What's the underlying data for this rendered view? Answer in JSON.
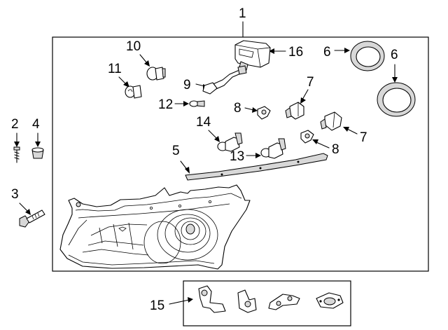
{
  "callouts": {
    "c1": "1",
    "c2": "2",
    "c3": "3",
    "c4": "4",
    "c5": "5",
    "c6a": "6",
    "c6b": "6",
    "c7a": "7",
    "c7b": "7",
    "c8a": "8",
    "c8b": "8",
    "c9": "9",
    "c10": "10",
    "c11": "11",
    "c12": "12",
    "c13": "13",
    "c14": "14",
    "c15": "15",
    "c16": "16"
  },
  "colors": {
    "line": "#000000",
    "background": "#ffffff",
    "shade": "#d8d8d8"
  },
  "icons": {
    "headlamp": "headlamp-assembly-icon",
    "trim_ring": "trim-ring-icon",
    "bulb": "bulb-icon",
    "socket": "bulb-socket-icon",
    "module": "control-module-icon",
    "bracket": "repair-bracket-icon",
    "screw": "screw-icon",
    "bolt": "bolt-icon",
    "clip": "clip-icon"
  }
}
